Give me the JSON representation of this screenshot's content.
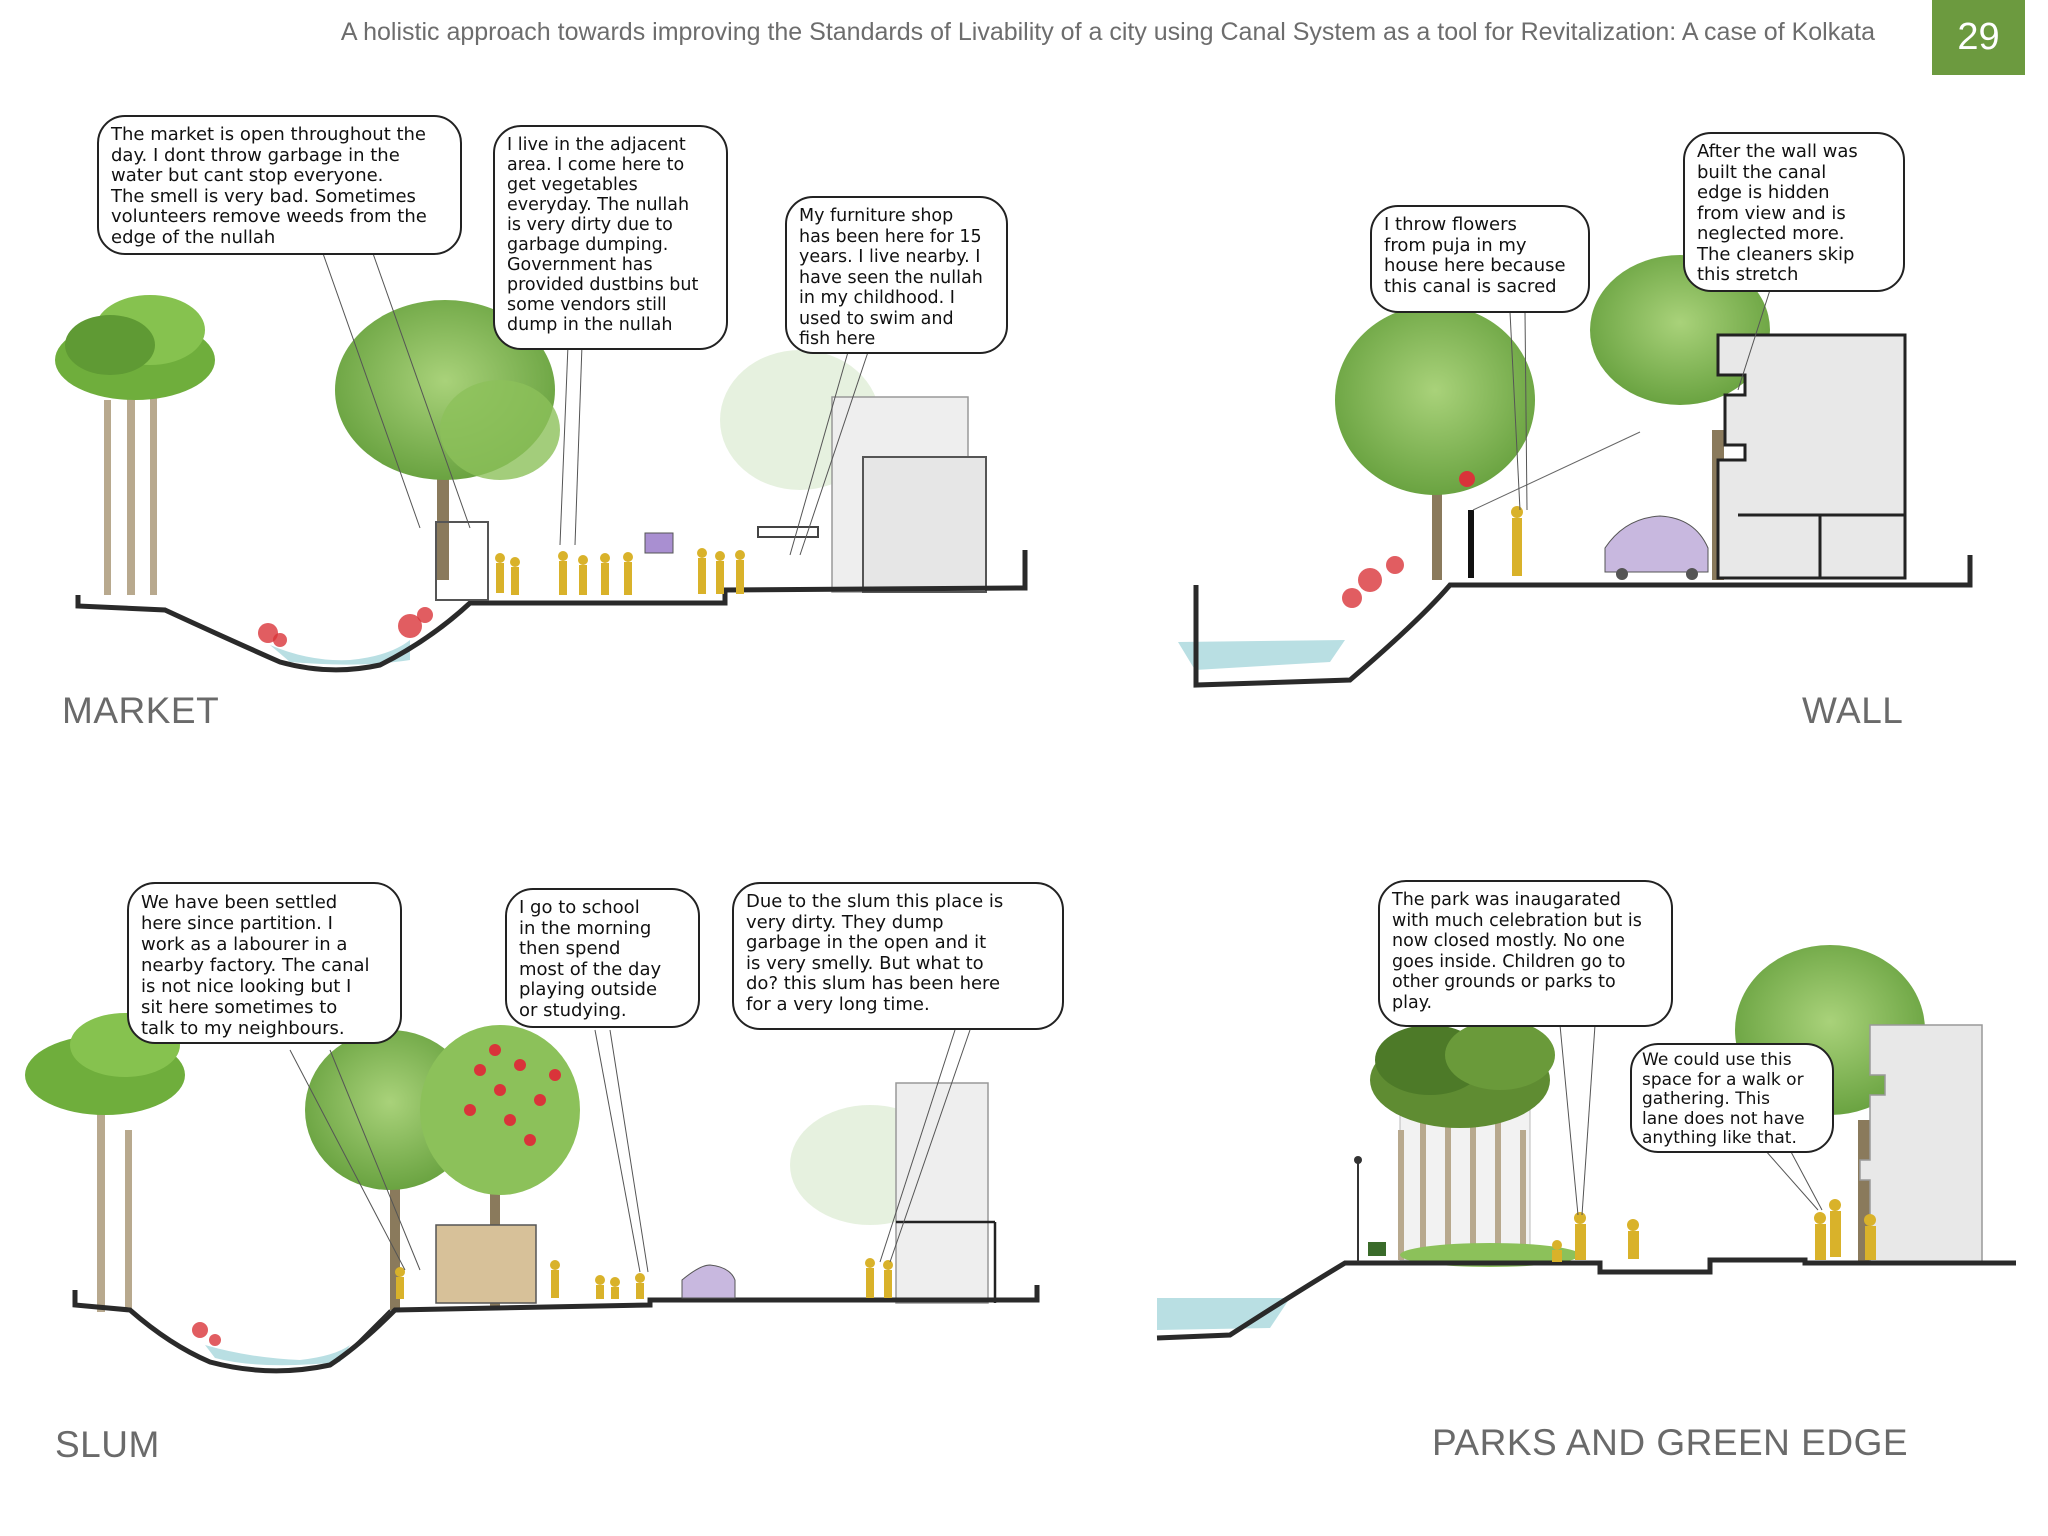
{
  "header": {
    "title": "A holistic approach towards improving the Standards of Livability of a city using Canal System as a tool for Revitalization: A case of Kolkata",
    "page_number": "29"
  },
  "colors": {
    "accent_green": "#6c9a3f",
    "water": "#b9dfe3",
    "figure_yellow": "#d9b22a",
    "tree_green": "#7fb850",
    "flower_red": "#d9343a",
    "car_lilac": "#c8b8df"
  },
  "sections": {
    "market": {
      "label": "MARKET",
      "quotes": [
        "The market is open throughout the\nday. I dont throw garbage in the\nwater but cant stop everyone.\nThe smell is very bad. Sometimes\nvolunteers remove weeds from the\nedge of  the nullah",
        "I live in the adjacent\narea. I come here to\nget vegetables\neveryday. The nullah\nis very dirty due to\ngarbage dumping.\nGovernment has\nprovided dustbins but\nsome vendors still\ndump in the nullah",
        "My furniture shop\nhas been here for 15\nyears. I live nearby. I\nhave seen the nullah\nin my childhood. I\nused to swim and\nfish here"
      ]
    },
    "wall": {
      "label": "WALL",
      "quotes": [
        "I throw flowers\nfrom puja in my\nhouse here because\nthis canal is sacred",
        "After the wall was\nbuilt the canal\nedge is hidden\nfrom view and is\nneglected more.\nThe cleaners skip\nthis stretch"
      ]
    },
    "slum": {
      "label": "SLUM",
      "quotes": [
        "We have been settled\nhere since partition. I\nwork as a labourer in a\nnearby factory. The canal\nis not nice looking but I\nsit here sometimes to\ntalk to my neighbours.",
        "I go to school\nin the morning\nthen spend\nmost of the day\nplaying outside\nor studying.",
        "Due to the slum this place is\nvery dirty. They dump\ngarbage in the open and it\nis very smelly. But what to\ndo? this slum has been here\nfor a very long time."
      ]
    },
    "parks": {
      "label": "PARKS AND GREEN EDGE",
      "quotes": [
        "The park was inaugarated\nwith much celebration but is\nnow closed mostly. No one\ngoes inside. Children go to\nother grounds or parks to\nplay.",
        "We could use this\nspace for a walk or\ngathering. This\nlane does not have\nanything like that."
      ]
    }
  }
}
